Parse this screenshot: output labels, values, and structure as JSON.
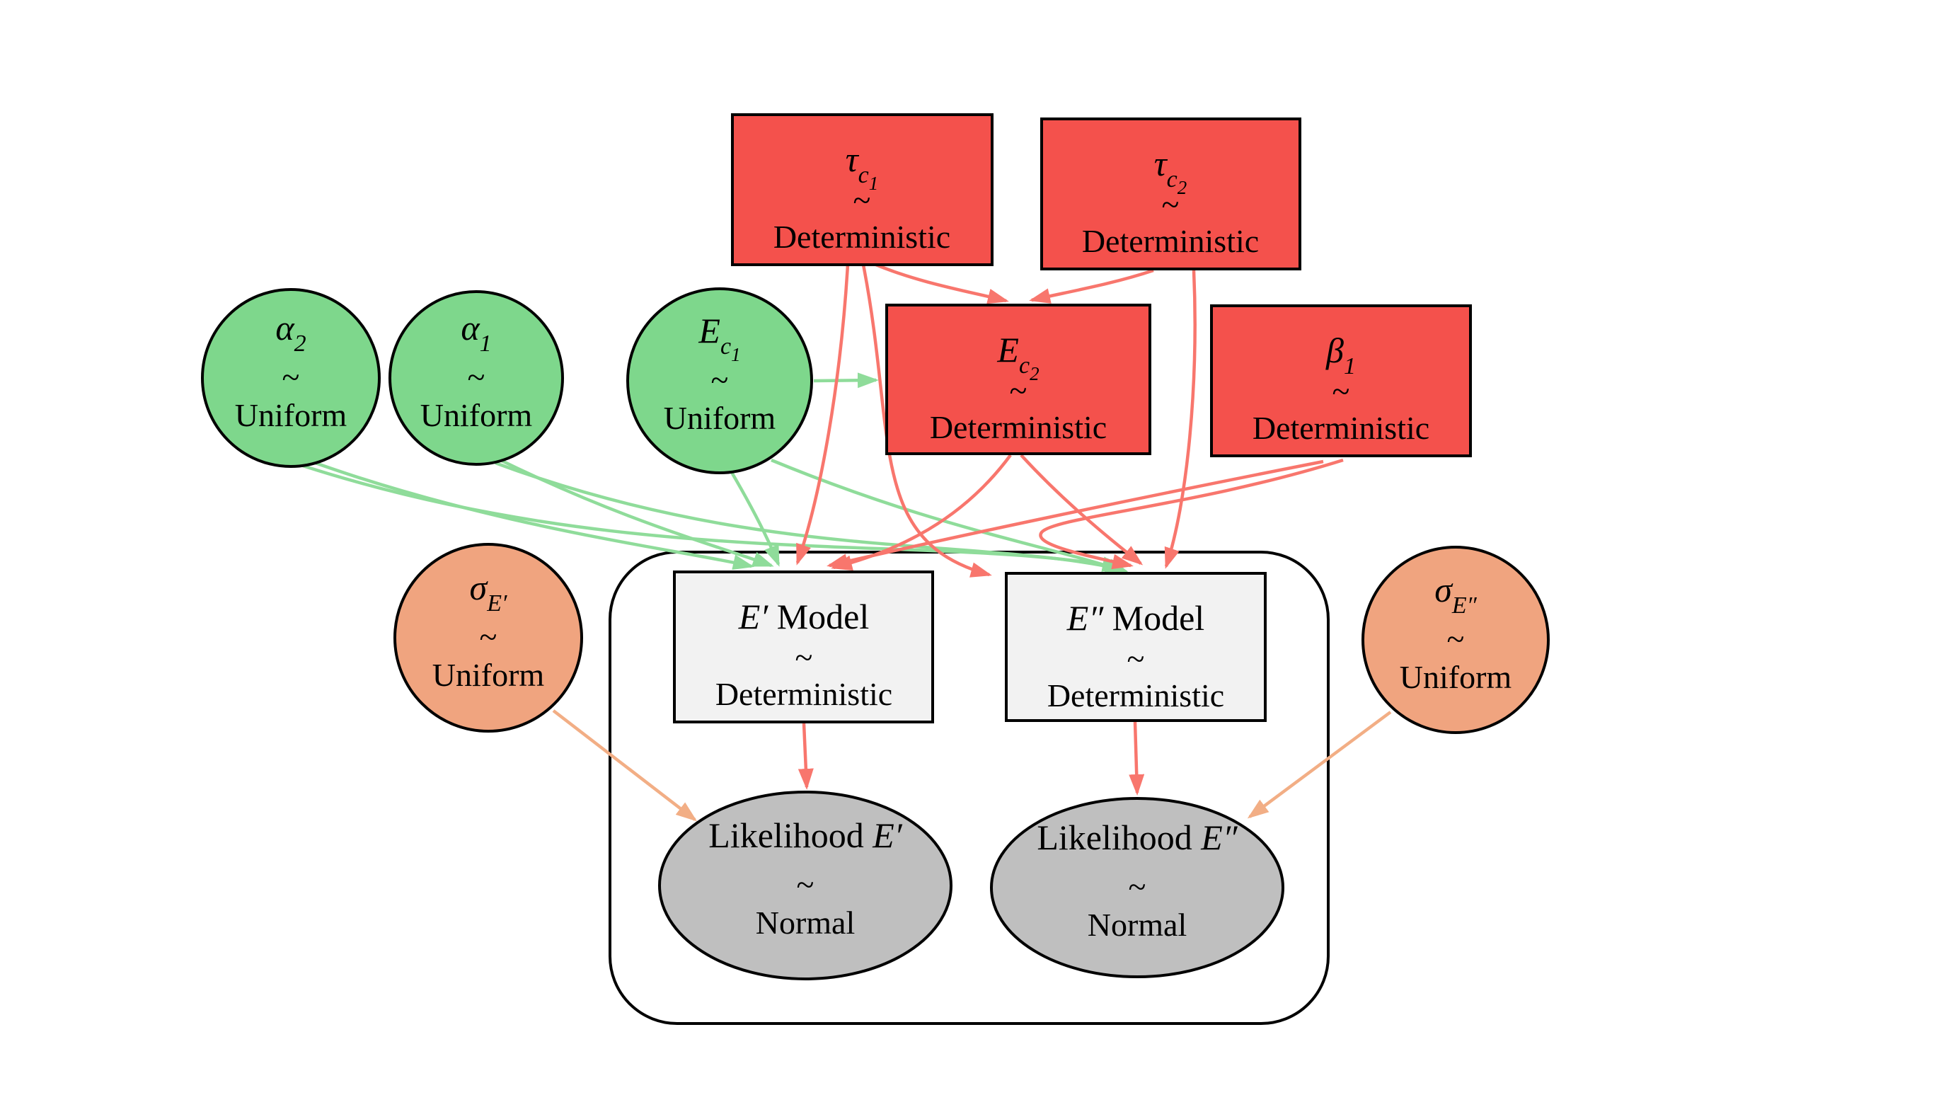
{
  "diagram": {
    "background": "#ffffff",
    "relation_symbol": "~",
    "colors": {
      "node_red": "#F4514C",
      "node_green": "#7ED78C",
      "node_orange": "#F0A47F",
      "node_gray_box": "#F2F2F2",
      "node_gray_ellipse": "#BFBFBF",
      "edge_red": "#F8766D",
      "edge_green": "#8FDC9A",
      "edge_orange": "#F2AE85",
      "border": "#000000"
    },
    "nodes": {
      "tau_c1": {
        "shape": "rectangle",
        "base": "τ",
        "sub": "c",
        "subsub": "1",
        "relation": "~",
        "distribution": "Deterministic"
      },
      "tau_c2": {
        "shape": "rectangle",
        "base": "τ",
        "sub": "c",
        "subsub": "2",
        "relation": "~",
        "distribution": "Deterministic"
      },
      "alpha_2": {
        "shape": "circle",
        "base": "α",
        "sub": "2",
        "relation": "~",
        "distribution": "Uniform"
      },
      "alpha_1": {
        "shape": "circle",
        "base": "α",
        "sub": "1",
        "relation": "~",
        "distribution": "Uniform"
      },
      "E_c1": {
        "shape": "circle",
        "base": "E",
        "sub": "c",
        "subsub": "1",
        "relation": "~",
        "distribution": "Uniform"
      },
      "E_c2": {
        "shape": "rectangle",
        "base": "E",
        "sub": "c",
        "subsub": "2",
        "relation": "~",
        "distribution": "Deterministic"
      },
      "beta_1": {
        "shape": "rectangle",
        "base": "β",
        "sub": "1",
        "relation": "~",
        "distribution": "Deterministic"
      },
      "sigma_Ep": {
        "shape": "circle",
        "base": "σ",
        "sub": "E′",
        "relation": "~",
        "distribution": "Uniform"
      },
      "sigma_Epp": {
        "shape": "circle",
        "base": "σ",
        "sub": "E″",
        "relation": "~",
        "distribution": "Uniform"
      },
      "Ep_model": {
        "shape": "rectangle",
        "base": "E′",
        "suffix": " Model",
        "relation": "~",
        "distribution": "Deterministic"
      },
      "Epp_model": {
        "shape": "rectangle",
        "base": "E″",
        "suffix": " Model",
        "relation": "~",
        "distribution": "Deterministic"
      },
      "lik_Ep": {
        "shape": "ellipse",
        "prefix": "Likelihood ",
        "base": "E′",
        "relation": "~",
        "distribution": "Normal"
      },
      "lik_Epp": {
        "shape": "ellipse",
        "prefix": "Likelihood ",
        "base": "E″",
        "relation": "~",
        "distribution": "Normal"
      }
    },
    "edges": [
      {
        "from": "E_c1",
        "to": "E_c2",
        "color": "green"
      },
      {
        "from": "alpha_2",
        "to": "Ep_model",
        "color": "green"
      },
      {
        "from": "alpha_2",
        "to": "Epp_model",
        "color": "green"
      },
      {
        "from": "alpha_1",
        "to": "Ep_model",
        "color": "green"
      },
      {
        "from": "alpha_1",
        "to": "Epp_model",
        "color": "green"
      },
      {
        "from": "E_c1",
        "to": "Ep_model",
        "color": "green"
      },
      {
        "from": "E_c1",
        "to": "Epp_model",
        "color": "green"
      },
      {
        "from": "tau_c1",
        "to": "E_c2",
        "color": "red"
      },
      {
        "from": "tau_c2",
        "to": "E_c2",
        "color": "red"
      },
      {
        "from": "tau_c1",
        "to": "Ep_model",
        "color": "red"
      },
      {
        "from": "tau_c1",
        "to": "Epp_model",
        "color": "red"
      },
      {
        "from": "tau_c2",
        "to": "Epp_model",
        "color": "red"
      },
      {
        "from": "E_c2",
        "to": "Ep_model",
        "color": "red"
      },
      {
        "from": "E_c2",
        "to": "Epp_model",
        "color": "red"
      },
      {
        "from": "beta_1",
        "to": "Ep_model",
        "color": "red"
      },
      {
        "from": "beta_1",
        "to": "Epp_model",
        "color": "red"
      },
      {
        "from": "Ep_model",
        "to": "lik_Ep",
        "color": "red"
      },
      {
        "from": "Epp_model",
        "to": "lik_Epp",
        "color": "red"
      },
      {
        "from": "sigma_Ep",
        "to": "lik_Ep",
        "color": "orange"
      },
      {
        "from": "sigma_Epp",
        "to": "lik_Epp",
        "color": "orange"
      }
    ]
  }
}
